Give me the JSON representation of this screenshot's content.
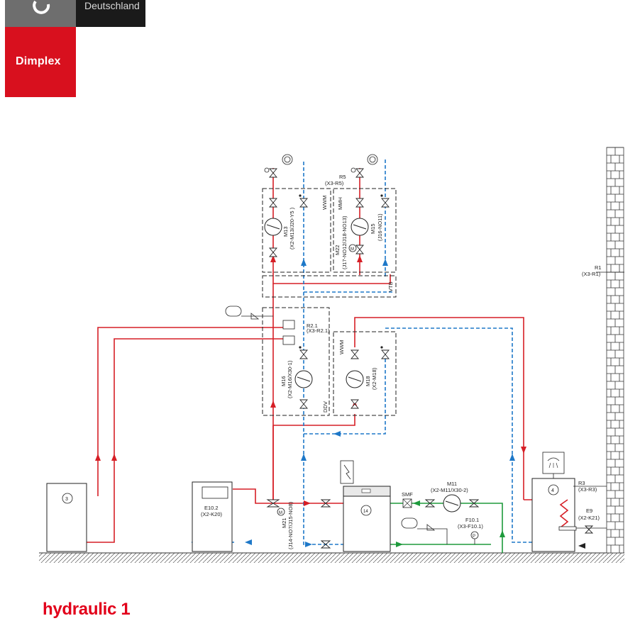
{
  "header": {
    "country": "Deutschland",
    "brand": "Dimplex"
  },
  "title": "hydraulic 1",
  "colors": {
    "brand_red": "#d8101e",
    "title_red": "#e2001a",
    "supply_red": "#d61f26",
    "return_blue": "#1e78c8",
    "brine_green": "#1e9a3c"
  },
  "labels": {
    "r5": "R5",
    "r5_term": "(X3-R5)",
    "wwm_top": "WWM",
    "mmh": "MMH",
    "m13": "M13",
    "m13_term": "(X2-M13/J20-Y5 )",
    "m22": "M22",
    "m22_term": "(J17-NO12/J18-NO13)",
    "m15": "M15",
    "m15_term": "(J16-NO11)",
    "vtb": "VTB",
    "r1": "R1",
    "r1_term": "(X3-R1)",
    "r21": "R2.1",
    "r21_term": "(X3-R2.1)",
    "wwm_mid": "WWM",
    "m16": "M16",
    "m16_term": "(X2-M16/X30-1)",
    "ddv": "DDV",
    "m18": "M18",
    "m18_term": "(X2-M18)",
    "unit3": "3",
    "e102": "E10.2",
    "e102_term": "(X2-K20)",
    "m21": "M21",
    "m21_term": "(J14-NO7/J15-NO8)",
    "hp14": "14",
    "smf": "SMF",
    "m11": "M11",
    "m11_term": "(X2-M11/X30-2)",
    "f101": "F10.1",
    "f101_term": "(X3-F10.1)",
    "f101_symbol": "P",
    "tank4": "4",
    "r3": "R3",
    "r3_term": "(X3-R3)",
    "e9": "E9",
    "e9_term": "(X2-K21)"
  }
}
